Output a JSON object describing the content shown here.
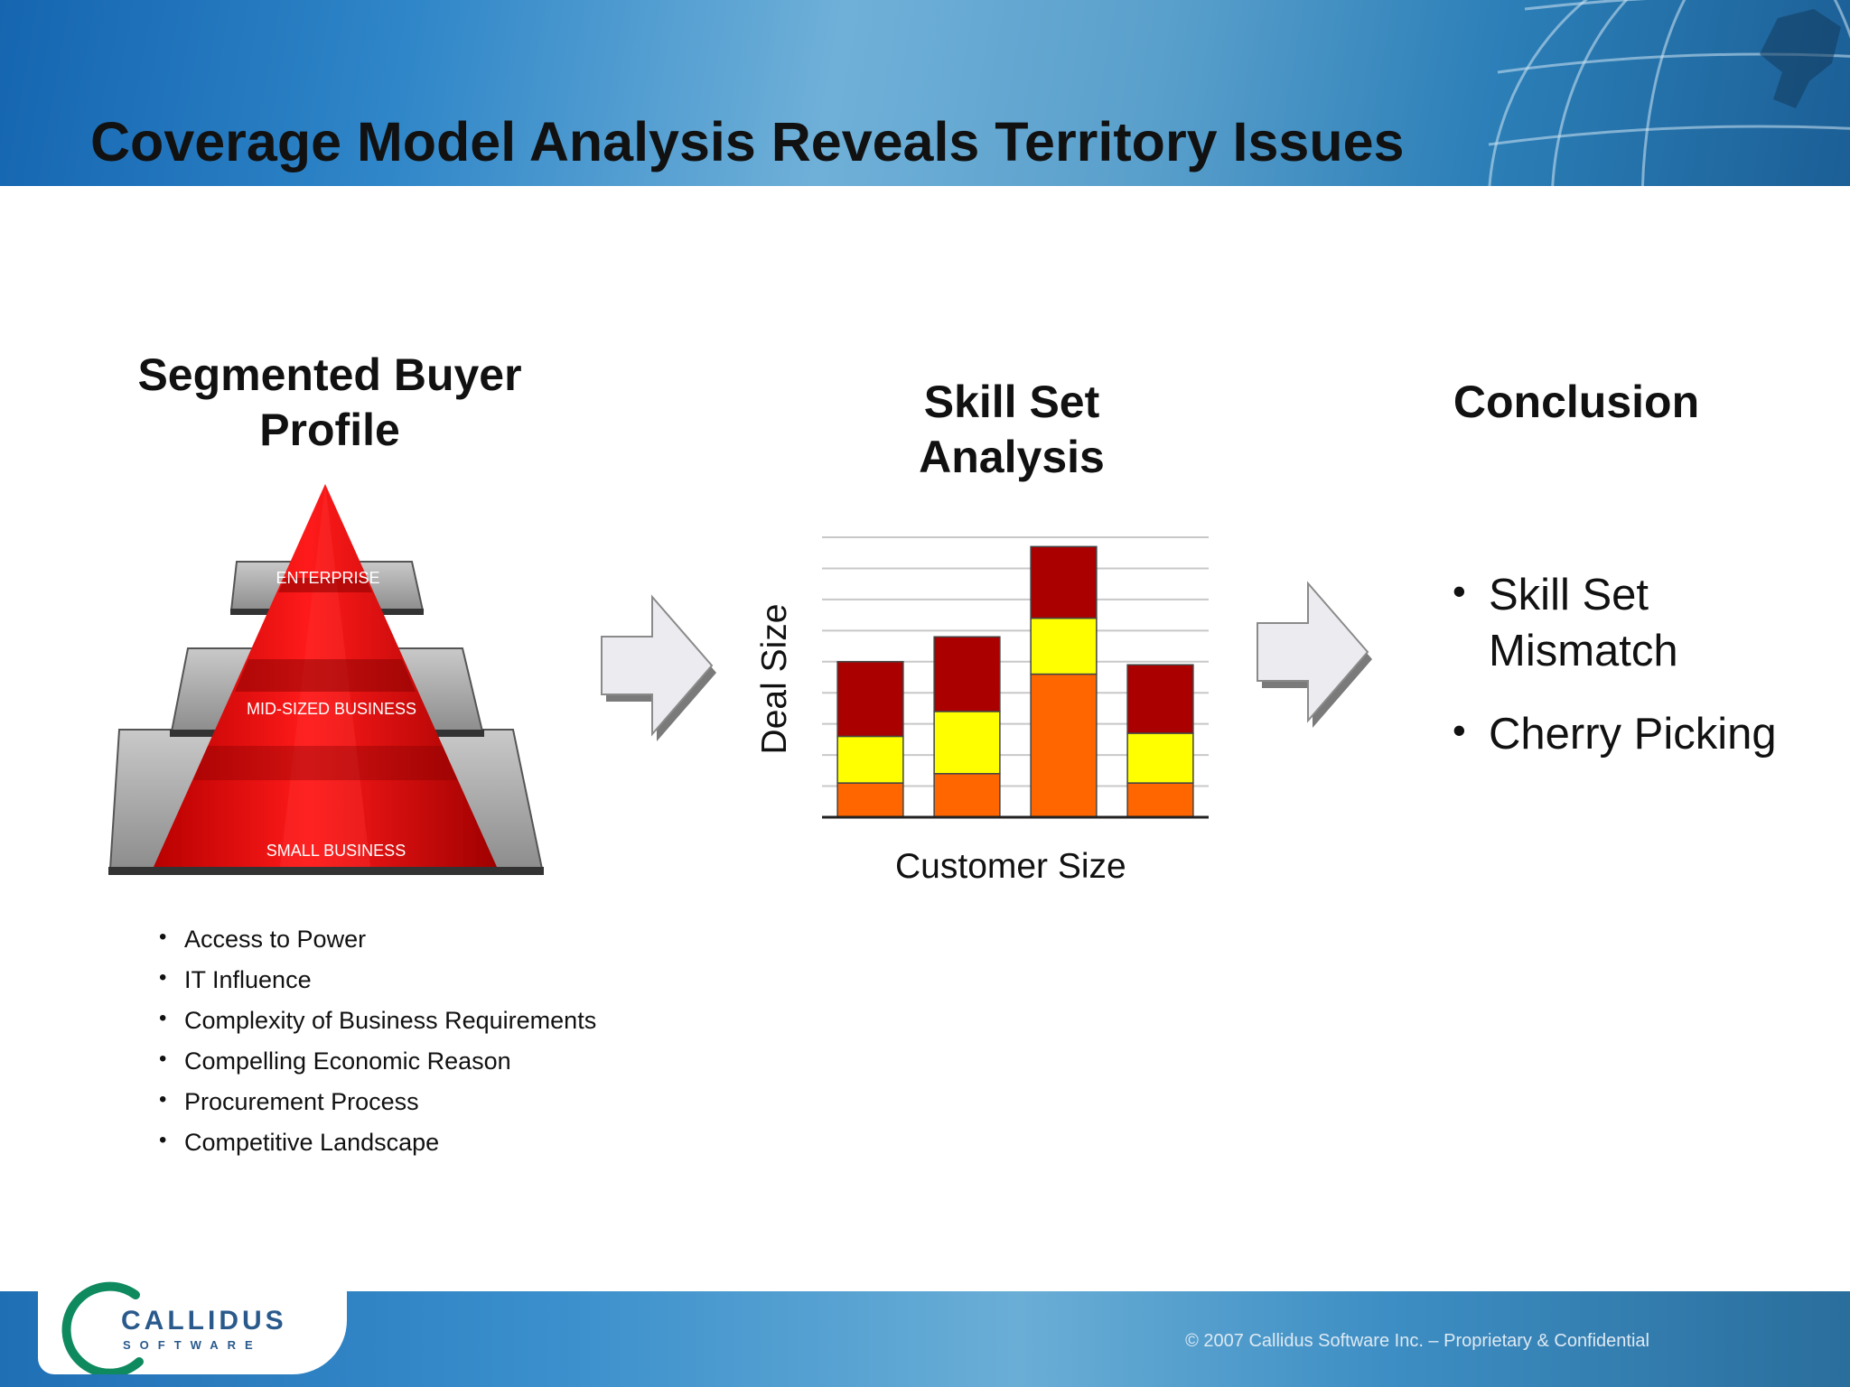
{
  "slide": {
    "title": "Coverage Model Analysis Reveals Territory Issues"
  },
  "sections": {
    "buyer_profile_title": "Segmented Buyer Profile",
    "skill_set_title": "Skill Set Analysis",
    "conclusion_title": "Conclusion"
  },
  "pyramid": {
    "levels": [
      "ENTERPRISE",
      "MID-SIZED BUSINESS",
      "SMALL BUSINESS"
    ]
  },
  "buyer_factors": [
    "Access to Power",
    "IT Influence",
    "Complexity of Business Requirements",
    "Compelling Economic Reason",
    "Procurement Process",
    "Competitive Landscape"
  ],
  "conclusion": {
    "bullets": [
      "Skill Set Mismatch",
      "Cherry Picking"
    ]
  },
  "chart_data": {
    "type": "bar",
    "stacked": true,
    "xlabel": "Customer Size",
    "ylabel": "Deal Size",
    "ylim": [
      0,
      9
    ],
    "grid": true,
    "tick_labels_shown": false,
    "series": [
      {
        "values": [
          1.1,
          1.4,
          4.6,
          1.1
        ],
        "color": "#ff6600"
      },
      {
        "values": [
          1.5,
          2.0,
          1.8,
          1.6
        ],
        "color": "#ffff00"
      },
      {
        "values": [
          2.4,
          2.4,
          2.3,
          2.2
        ],
        "color": "#aa0000"
      }
    ]
  },
  "colors": {
    "header_blue": "#2f86c8",
    "pyramid_red": "#e60000",
    "logo_green": "#0f8a5f",
    "logo_blue": "#2a5a8c"
  },
  "logo": {
    "brand": "CALLIDUS",
    "subtitle": "SOFTWARE"
  },
  "footer": {
    "copyright": "© 2007 Callidus Software Inc. – Proprietary & Confidential"
  }
}
